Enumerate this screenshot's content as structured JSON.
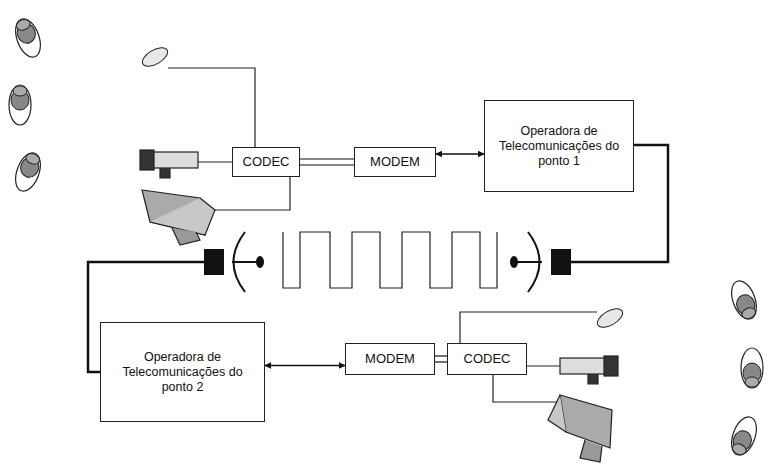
{
  "diagram": {
    "nodes": [
      {
        "text": [
          "CODEC"
        ]
      },
      {
        "text": [
          "MODEM"
        ]
      },
      {
        "text": [
          "Operadora de Telecomunicações do ponto 1"
        ]
      },
      {
        "text": [
          "Operadora de Telecomunicações do ponto 2"
        ]
      },
      {
        "text": [
          "MODEM"
        ]
      },
      {
        "text": [
          "CODEC"
        ]
      }
    ],
    "edges": [
      {
        "from": 0,
        "to": 1,
        "arrow": "none"
      },
      {
        "from": 1,
        "to": 2,
        "arrow": "both"
      },
      {
        "from": 4,
        "to": 3,
        "arrow": "both"
      },
      {
        "from": 4,
        "to": 5,
        "arrow": "none"
      }
    ]
  }
}
